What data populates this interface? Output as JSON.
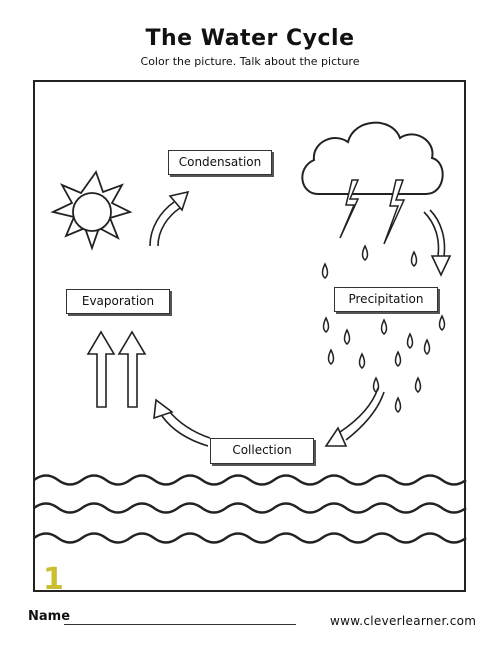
{
  "worksheet": {
    "title": "The Water Cycle",
    "subtitle": "Color the picture. Talk about the picture",
    "labels": {
      "condensation": "Condensation",
      "evaporation": "Evaporation",
      "precipitation": "Precipitation",
      "collection": "Collection"
    },
    "name_label": "Name",
    "website": "www.cleverlearner.com",
    "page_number": "1"
  },
  "icons": [
    "sun-icon",
    "cloud-icon",
    "lightning-icon",
    "raindrop-icon",
    "arrow-icon",
    "water-waves"
  ]
}
